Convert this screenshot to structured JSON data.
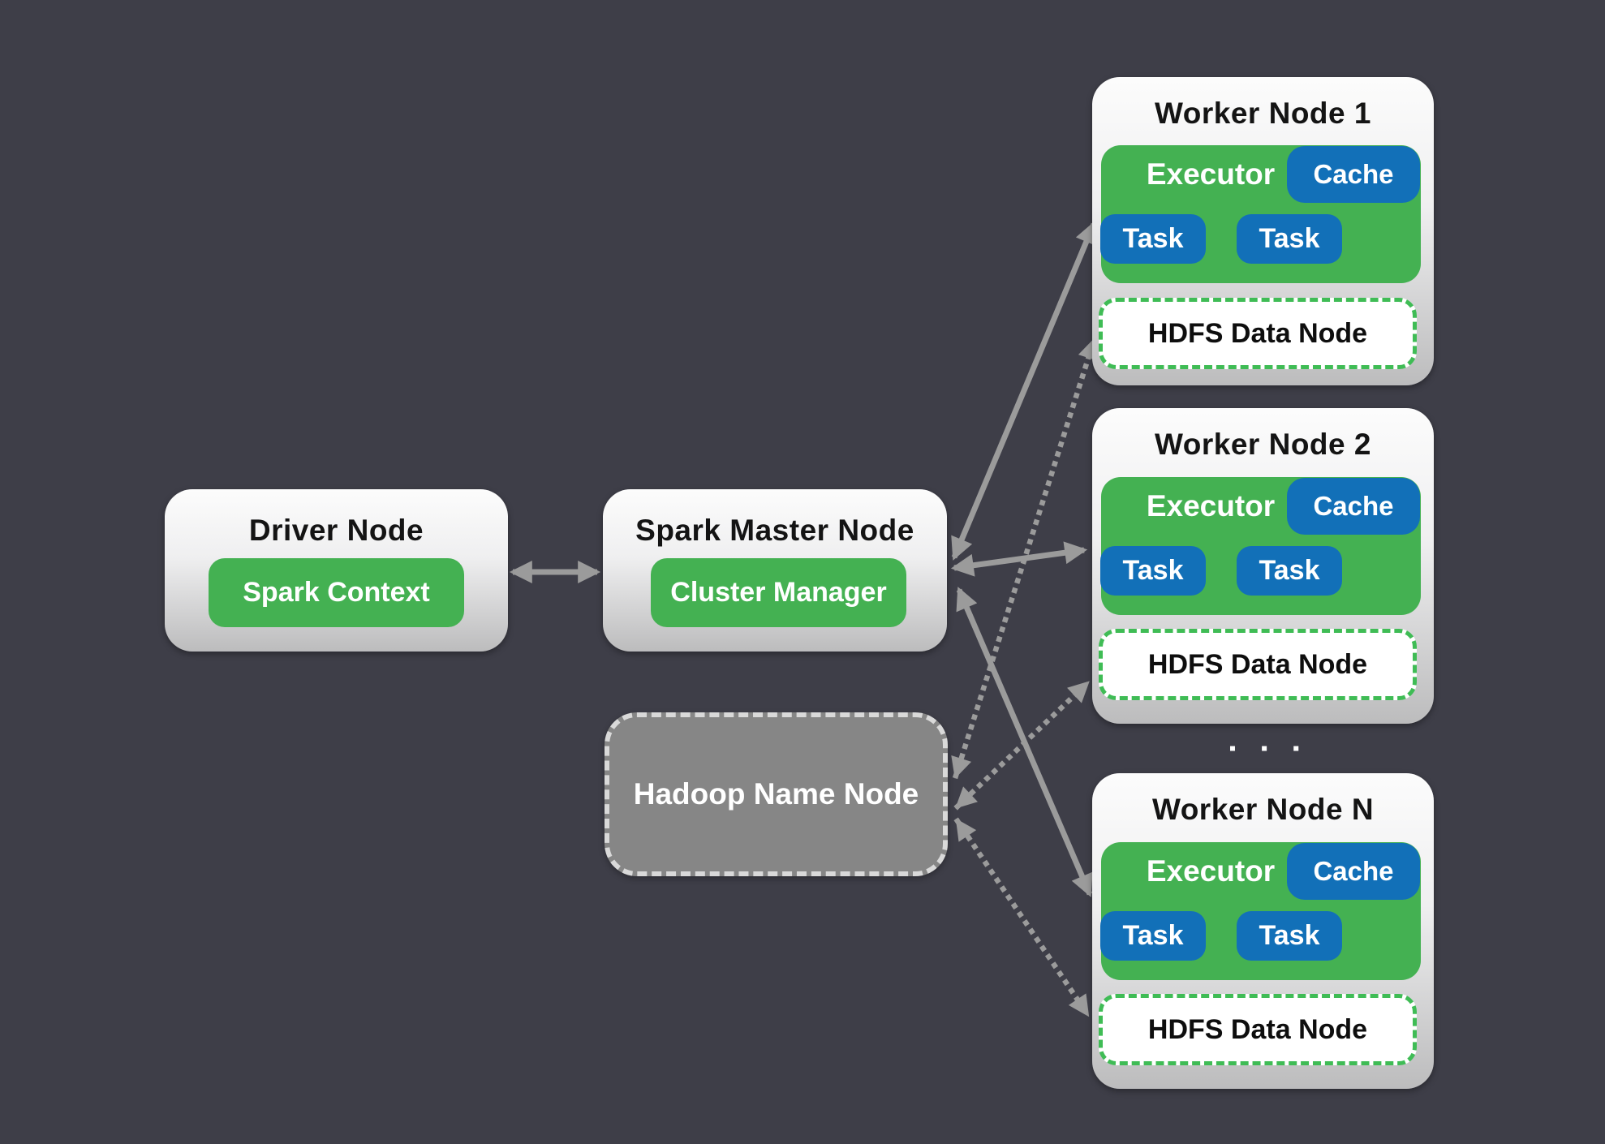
{
  "background": "#3E3E48",
  "palette": {
    "green": "#44B152",
    "blue": "#1270B8",
    "card_gradient_top": "#FCFCFC",
    "card_gradient_bottom": "#BCBCBD",
    "arrow_gray": "#9B9B9B",
    "hadoop_gray": "#868686",
    "hadoop_dash": "#D9D9D9",
    "hdfs_dash_green": "#3FBC55"
  },
  "driver_node": {
    "title": "Driver Node",
    "chip": "Spark Context"
  },
  "master_node": {
    "title": "Spark Master Node",
    "chip": "Cluster Manager"
  },
  "hadoop_node": {
    "title": "Hadoop Name Node"
  },
  "workers": [
    {
      "title": "Worker Node 1",
      "executor": "Executor",
      "cache": "Cache",
      "tasks": [
        "Task",
        "Task"
      ],
      "hdfs": "HDFS Data Node"
    },
    {
      "title": "Worker Node 2",
      "executor": "Executor",
      "cache": "Cache",
      "tasks": [
        "Task",
        "Task"
      ],
      "hdfs": "HDFS Data Node"
    },
    {
      "title": "Worker Node N",
      "executor": "Executor",
      "cache": "Cache",
      "tasks": [
        "Task",
        "Task"
      ],
      "hdfs": "HDFS Data Node"
    }
  ],
  "ellipsis": "▪ ▪ ▪"
}
